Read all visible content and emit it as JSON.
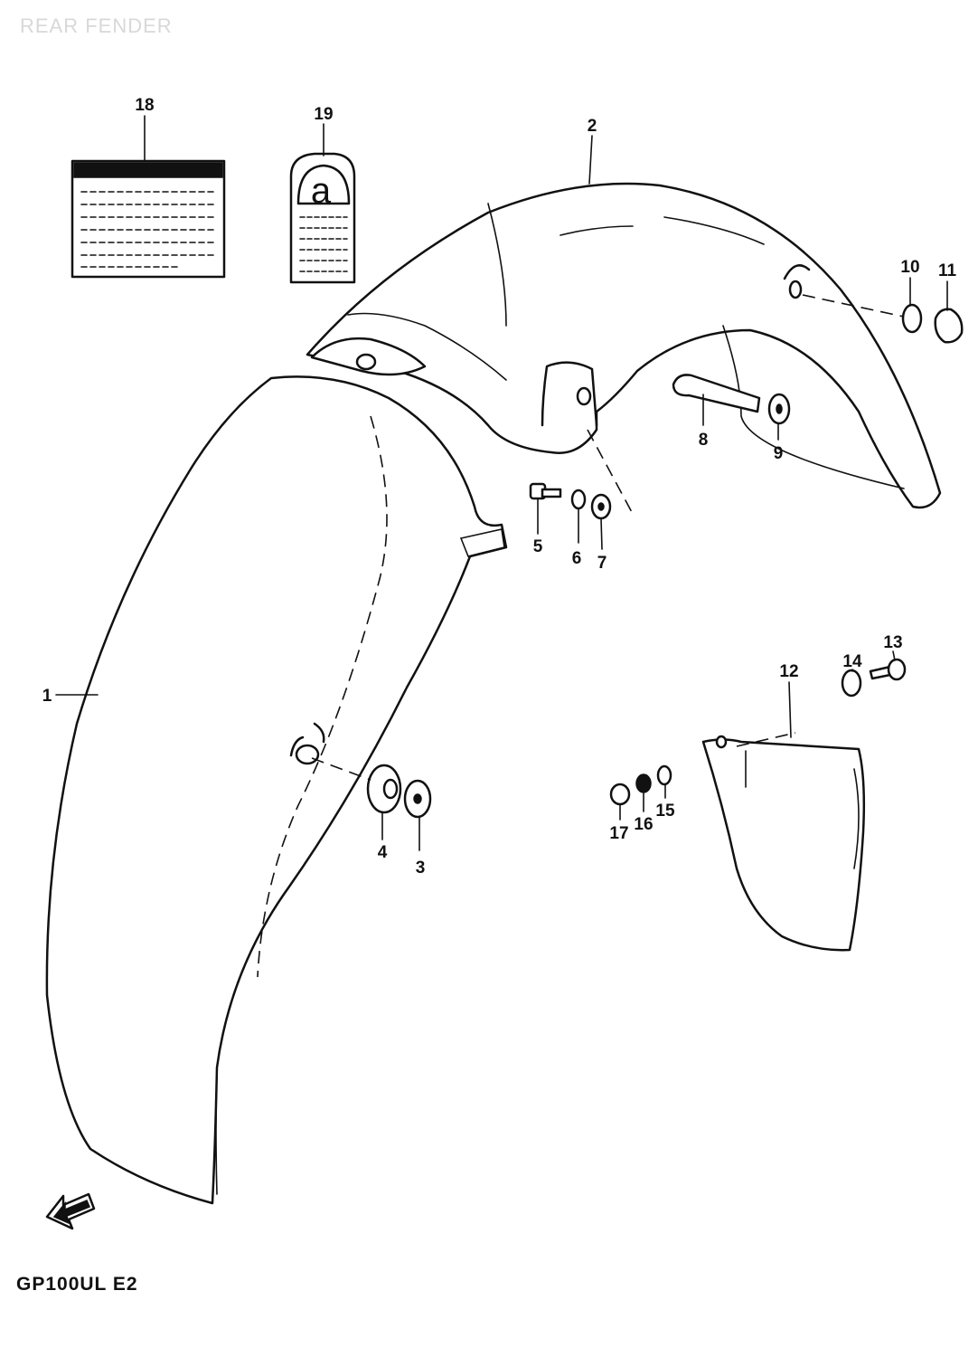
{
  "title": "REAR FENDER",
  "model": "GP100UL E2",
  "callouts": {
    "c1": "1",
    "c2": "2",
    "c3": "3",
    "c4": "4",
    "c5": "5",
    "c6": "6",
    "c7": "7",
    "c8": "8",
    "c9": "9",
    "c10": "10",
    "c11": "11",
    "c12": "12",
    "c13": "13",
    "c14": "14",
    "c15": "15",
    "c16": "16",
    "c17": "17",
    "c18": "18",
    "c19": "19"
  },
  "icons": {
    "front_direction": "arrow-icon"
  }
}
